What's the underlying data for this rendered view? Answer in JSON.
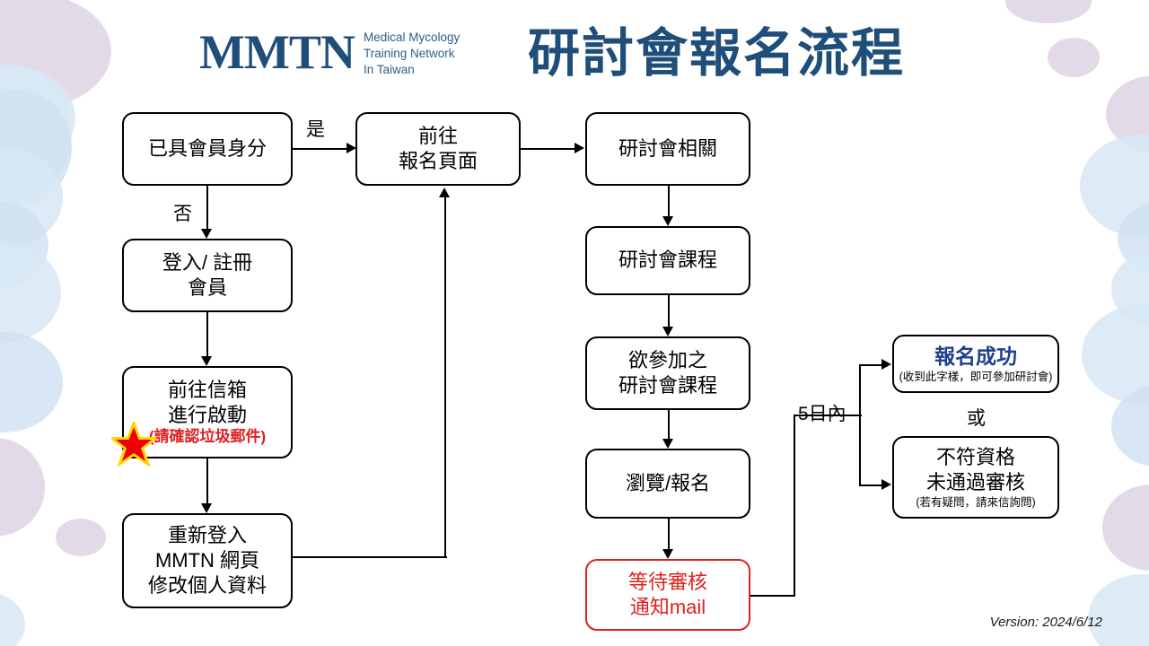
{
  "header": {
    "logo_mark": "MMTN",
    "logo_subtitle": "Medical Mycology\nTraining Network\nIn Taiwan",
    "title": "研討會報名流程",
    "brand_color": "#1f4e79"
  },
  "flow": {
    "nodes": [
      {
        "id": "member-check",
        "lines": [
          "已具會員身分"
        ]
      },
      {
        "id": "login-register",
        "lines": [
          "登入/ 註冊",
          "會員"
        ]
      },
      {
        "id": "activate-mail",
        "lines": [
          "前往信箱",
          "進行啟動"
        ],
        "note": "(請確認垃圾郵件)",
        "note_color": "#e02020",
        "has_star": true
      },
      {
        "id": "relogin-profile",
        "lines": [
          "重新登入",
          "MMTN 網頁",
          "修改個人資料"
        ]
      },
      {
        "id": "go-signup-page",
        "lines": [
          "前往",
          "報名頁面"
        ]
      },
      {
        "id": "seminar-info",
        "lines": [
          "研討會相關"
        ]
      },
      {
        "id": "seminar-course",
        "lines": [
          "研討會課程"
        ]
      },
      {
        "id": "desired-course",
        "lines": [
          "欲參加之",
          "研討會課程"
        ]
      },
      {
        "id": "browse-signup",
        "lines": [
          "瀏覽/報名"
        ]
      },
      {
        "id": "await-review",
        "lines": [
          "等待審核",
          "通知mail"
        ],
        "color": "#e02020"
      },
      {
        "id": "signup-success",
        "heading": "報名成功",
        "note": "(收到此字樣，即可參加研討會)",
        "heading_color": "#1f3f8f"
      },
      {
        "id": "not-qualified",
        "lines": [
          "不符資格",
          "未通過審核"
        ],
        "note": "(若有疑問，請來信詢問)"
      }
    ],
    "edge_labels": {
      "yes": "是",
      "no": "否",
      "within_5_days": "5日內",
      "or": "或"
    }
  },
  "footer": {
    "version": "Version: 2024/6/12"
  }
}
